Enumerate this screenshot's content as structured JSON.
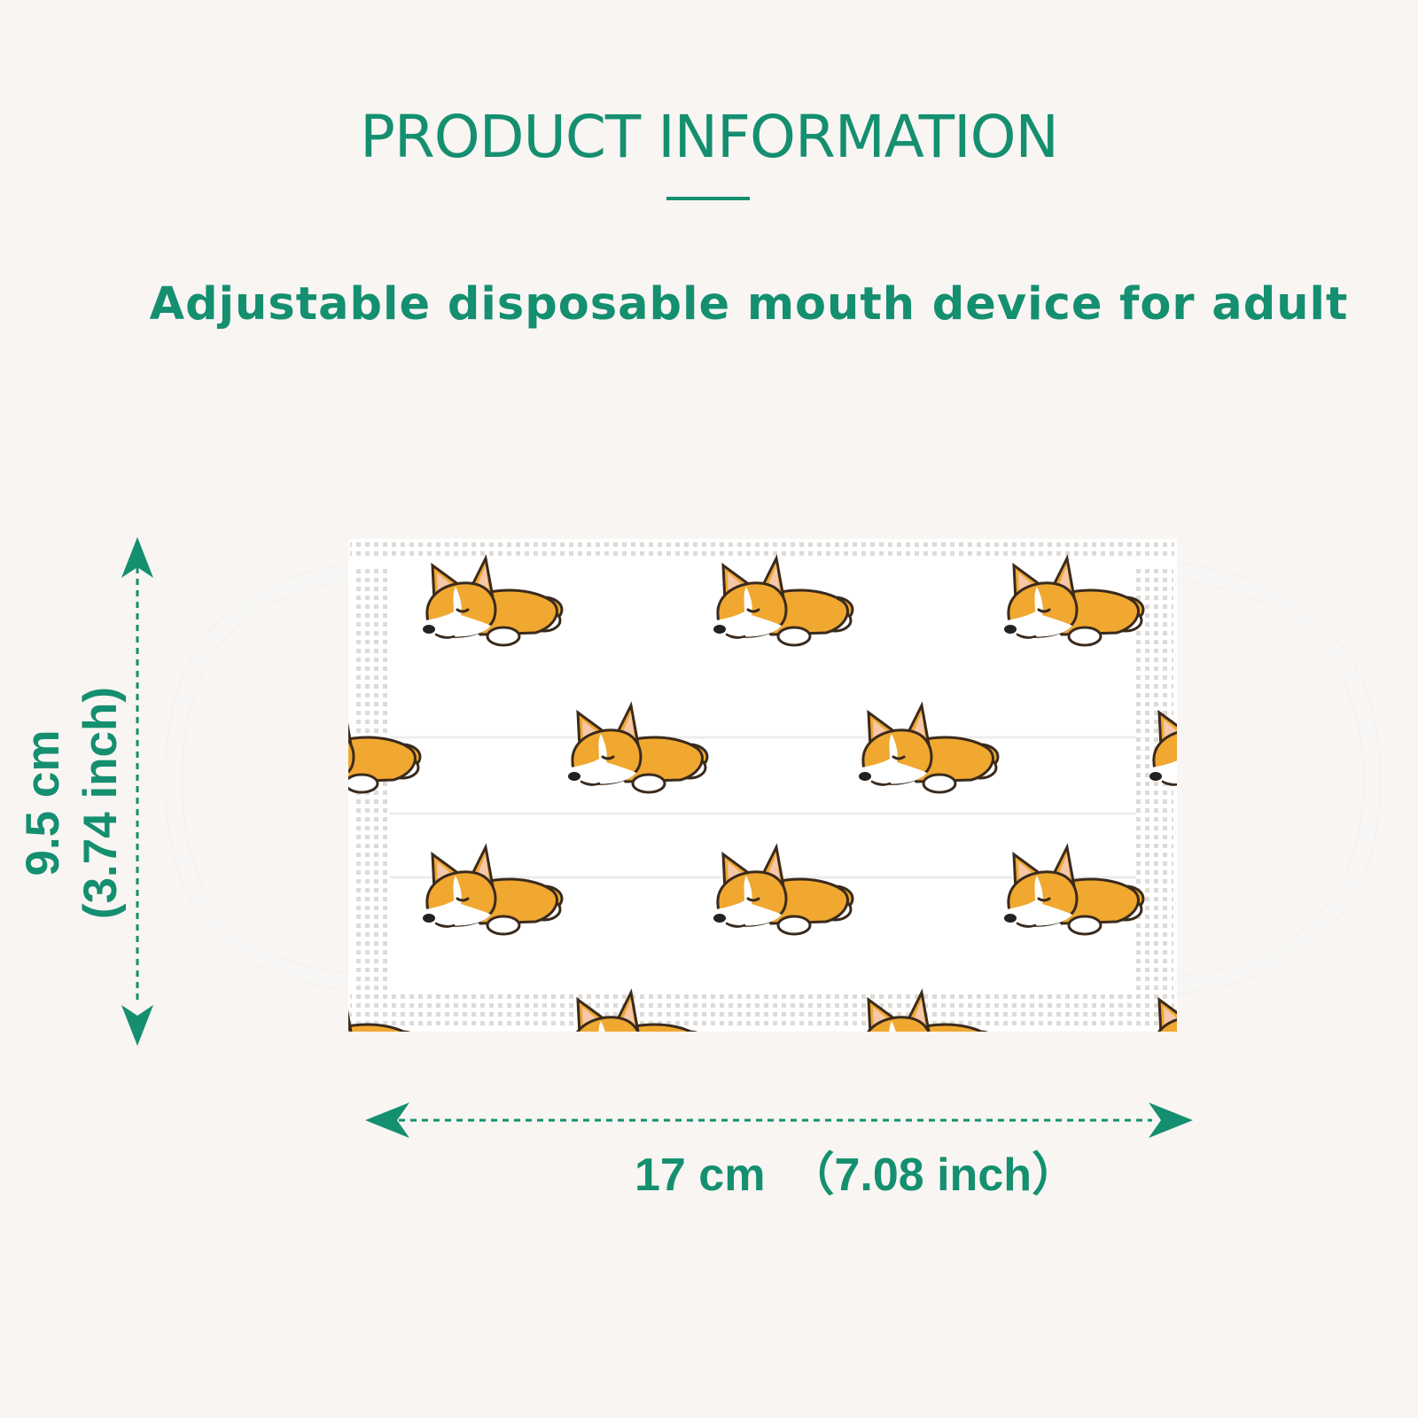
{
  "heading": {
    "title": "PRODUCT INFORMATION",
    "subtitle": "Adjustable disposable mouth device for adult"
  },
  "dimensions": {
    "height_primary": "9.5 cm",
    "height_secondary": "(3.74 inch)",
    "width_primary": "17 cm",
    "width_secondary": "（7.08 inch）"
  },
  "illustration": {
    "subject": "corgi-print-face-mask",
    "mask_color": "#ffffff",
    "strap_color": "#ffffff",
    "corgi_fur_color": "#f0a830",
    "corgi_outline_color": "#3a2a1c",
    "accent_color": "#148f70"
  }
}
